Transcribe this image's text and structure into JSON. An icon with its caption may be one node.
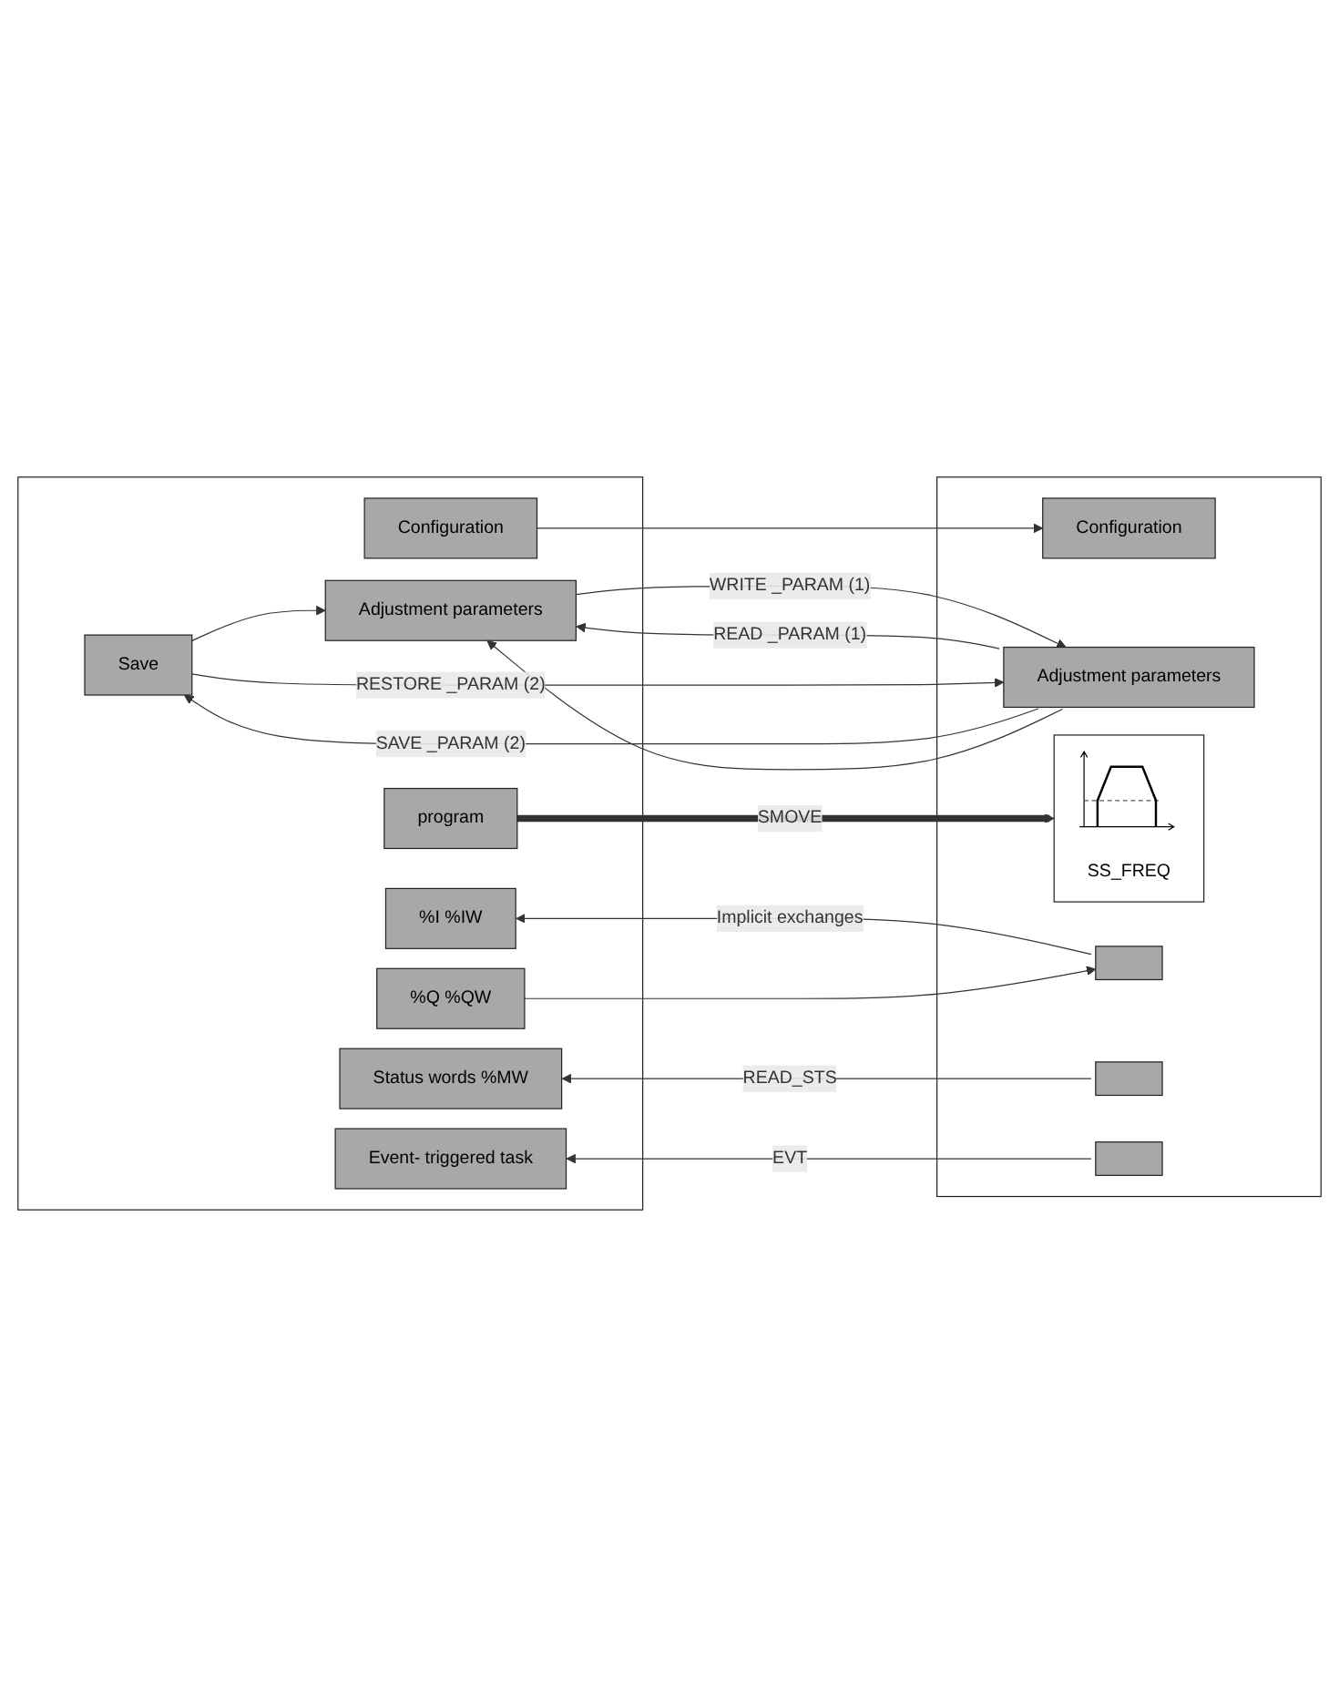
{
  "diagram": {
    "nodes": [
      {
        "text": [],
        "shape": "box"
      },
      {
        "text": [
          "Configuration"
        ],
        "in": 0
      },
      {
        "text": [
          "Adjustment parameters"
        ],
        "in": 0
      },
      {
        "text": [
          "Save"
        ],
        "in": 0
      },
      {
        "text": [
          "program"
        ],
        "in": 0
      },
      {
        "text": [
          "%I %IW"
        ],
        "in": 0
      },
      {
        "text": [
          "%Q %QW"
        ],
        "in": 0
      },
      {
        "text": [
          "Status words %MW"
        ],
        "in": 0
      },
      {
        "text": [
          "Event- triggered task"
        ],
        "in": 0
      },
      {
        "text": [],
        "shape": "box"
      },
      {
        "text": [
          "Configuration"
        ],
        "in": 9
      },
      {
        "text": [
          "Adjustment parameters"
        ],
        "in": 9
      },
      {
        "text": [
          "SS_FREQ"
        ],
        "in": 9
      },
      {
        "text": [],
        "shape": "box",
        "in": 9
      },
      {
        "text": [],
        "shape": "box",
        "in": 9
      },
      {
        "text": [],
        "shape": "box",
        "in": 9
      }
    ],
    "edges": [
      {
        "from": 1,
        "to": 10,
        "arrow": "to"
      },
      {
        "from": 2,
        "to": 11,
        "arrow": "to",
        "label": "WRITE _PARAM (1)"
      },
      {
        "from": 11,
        "to": 2,
        "arrow": "to",
        "label": "READ _PARAM (1)"
      },
      {
        "from": 3,
        "to": 11,
        "arrow": "to",
        "label": "RESTORE _PARAM (2)"
      },
      {
        "from": 11,
        "to": 3,
        "arrow": "to",
        "label": "SAVE _PARAM (2)"
      },
      {
        "from": 11,
        "to": 2,
        "arrow": "to"
      },
      {
        "from": 3,
        "to": 2,
        "arrow": "to"
      },
      {
        "from": 4,
        "to": 12,
        "arrow": "to",
        "label": "SMOVE",
        "style": "thick"
      },
      {
        "from": 13,
        "to": 5,
        "arrow": "to",
        "label": "Implicit exchanges"
      },
      {
        "from": 6,
        "to": 13,
        "arrow": "to"
      },
      {
        "from": 14,
        "to": 7,
        "arrow": "to",
        "label": "READ_STS"
      },
      {
        "from": 15,
        "to": 8,
        "arrow": "to",
        "label": "EVT"
      }
    ]
  }
}
